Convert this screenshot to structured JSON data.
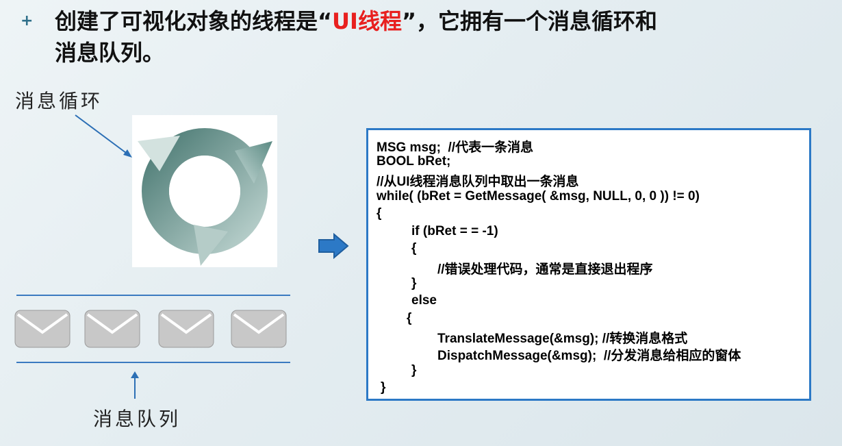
{
  "slide": {
    "bullet": "+",
    "title_part1": "创建了可视化对象的线程是“",
    "title_highlight": "UI线程",
    "title_part2": "”，它拥有一个消息循环和消息队列。",
    "label_loop": "消息循环",
    "label_queue": "消息队列",
    "highlight_color": "#e8201f",
    "accent_color": "#2c79c6"
  },
  "code": {
    "lines": [
      "MSG msg;  //代表一条消息",
      "BOOL bRet;",
      "//从UI线程消息队列中取出一条消息",
      "while( (bRet = GetMessage( &msg, NULL, 0, 0 )) != 0)",
      "{",
      "if (bRet = = -1)",
      "{",
      "//错误处理代码，通常是直接退出程序",
      "}",
      "else",
      "{",
      "TranslateMessage(&msg); //转换消息格式",
      "DispatchMessage(&msg);  //分发消息给相应的窗体",
      "}",
      "}"
    ]
  }
}
